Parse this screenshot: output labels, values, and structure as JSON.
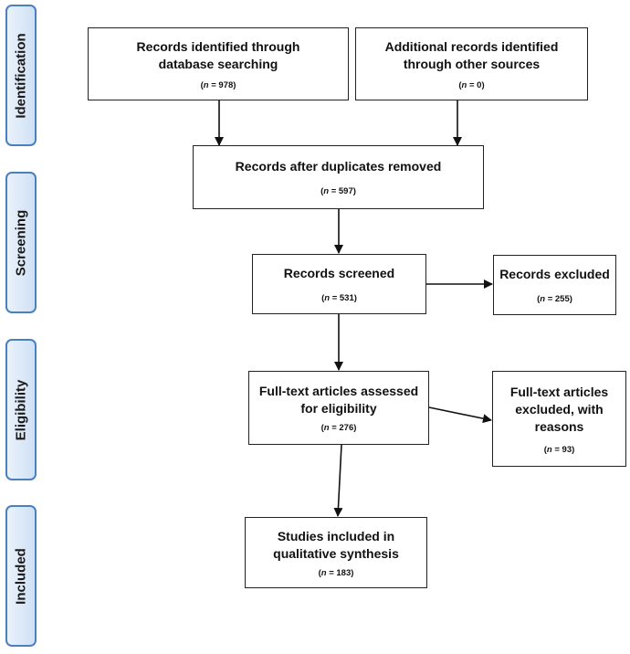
{
  "stages": {
    "identification": "Identification",
    "screening": "Screening",
    "eligibility": "Eligibility",
    "included": "Included"
  },
  "boxes": {
    "database_records": {
      "title": "Records identified through\ndatabase searching",
      "n_symbol": "n",
      "count_text": " = 978"
    },
    "other_records": {
      "title": "Additional records identified\nthrough other sources",
      "n_symbol": "n",
      "count_text": " = 0"
    },
    "after_duplicates": {
      "title": "Records after duplicates removed",
      "n_symbol": "n",
      "count_text": " = 597"
    },
    "screened": {
      "title": "Records screened",
      "n_symbol": "n",
      "count_text": " = 531"
    },
    "excluded": {
      "title": "Records excluded",
      "n_symbol": "n",
      "count_text": " = 255"
    },
    "fulltext_assessed": {
      "title": "Full-text articles assessed\nfor eligibility",
      "n_symbol": "n",
      "count_text": " = 276"
    },
    "fulltext_excluded": {
      "title": "Full-text articles\nexcluded, with\nreasons",
      "n_symbol": "n",
      "count_text": " = 93"
    },
    "included_studies": {
      "title": "Studies included in\nqualitative synthesis",
      "n_symbol": "n",
      "count_text": " = 183"
    }
  }
}
